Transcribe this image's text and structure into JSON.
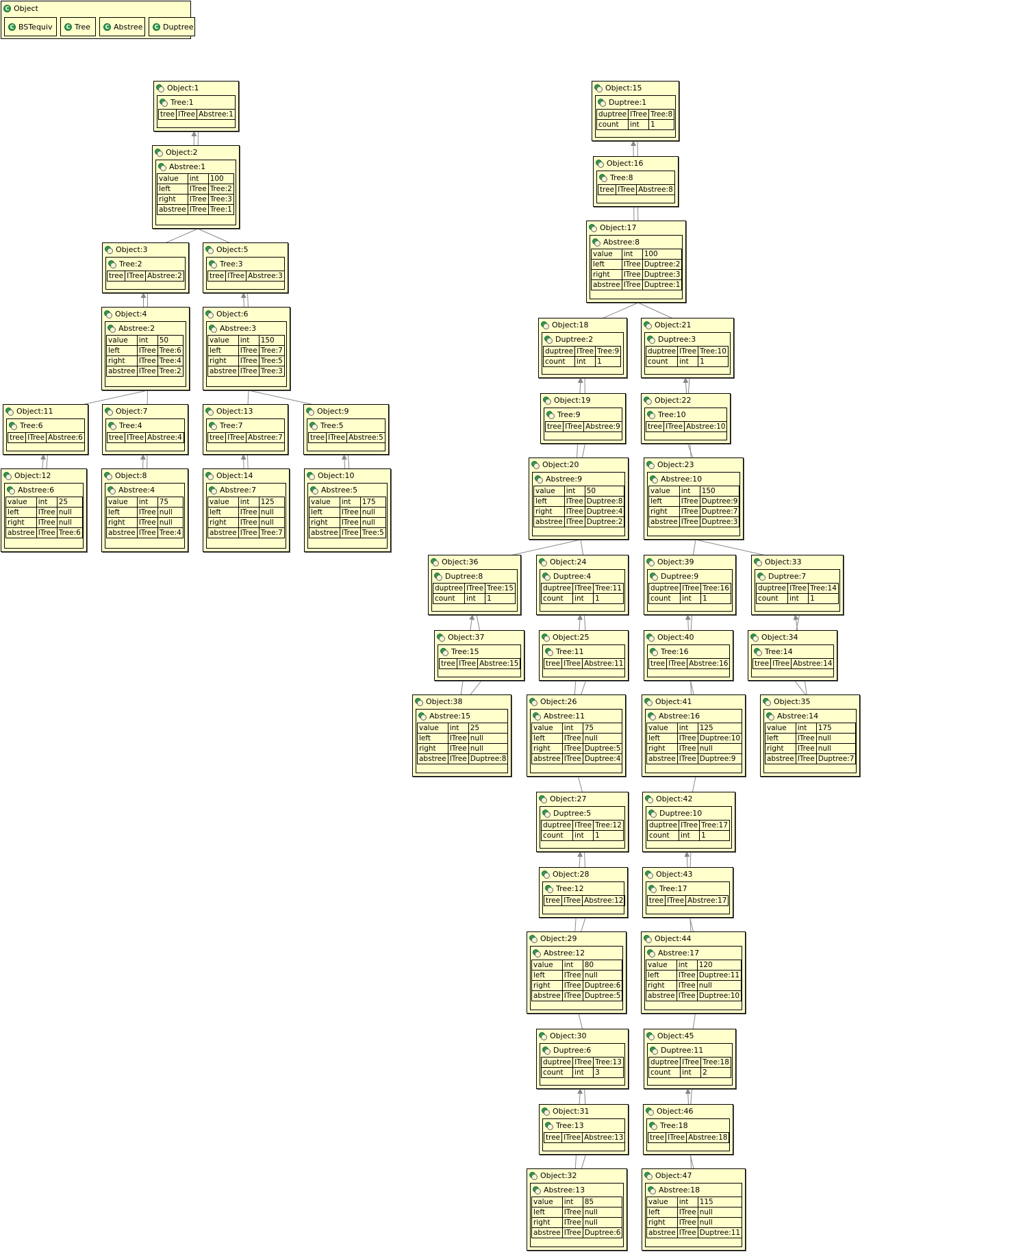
{
  "legend": {
    "title": "Object",
    "classes": [
      "BSTequiv",
      "Tree",
      "Abstree",
      "Duptree"
    ]
  },
  "objects": [
    {
      "id": "o1",
      "label": "Object:1",
      "inner": "Tree:1",
      "fields": [
        [
          "tree",
          "ITree",
          "Abstree:1"
        ]
      ]
    },
    {
      "id": "o2",
      "label": "Object:2",
      "inner": "Abstree:1",
      "fields": [
        [
          "value",
          "int",
          "100"
        ],
        [
          "left",
          "ITree",
          "Tree:2"
        ],
        [
          "right",
          "ITree",
          "Tree:3"
        ],
        [
          "abstree",
          "ITree",
          "Tree:1"
        ]
      ]
    },
    {
      "id": "o3",
      "label": "Object:3",
      "inner": "Tree:2",
      "fields": [
        [
          "tree",
          "ITree",
          "Abstree:2"
        ]
      ]
    },
    {
      "id": "o5",
      "label": "Object:5",
      "inner": "Tree:3",
      "fields": [
        [
          "tree",
          "ITree",
          "Abstree:3"
        ]
      ]
    },
    {
      "id": "o4",
      "label": "Object:4",
      "inner": "Abstree:2",
      "fields": [
        [
          "value",
          "int",
          "50"
        ],
        [
          "left",
          "ITree",
          "Tree:6"
        ],
        [
          "right",
          "ITree",
          "Tree:4"
        ],
        [
          "abstree",
          "ITree",
          "Tree:2"
        ]
      ]
    },
    {
      "id": "o6",
      "label": "Object:6",
      "inner": "Abstree:3",
      "fields": [
        [
          "value",
          "int",
          "150"
        ],
        [
          "left",
          "ITree",
          "Tree:7"
        ],
        [
          "right",
          "ITree",
          "Tree:5"
        ],
        [
          "abstree",
          "ITree",
          "Tree:3"
        ]
      ]
    },
    {
      "id": "o11",
      "label": "Object:11",
      "inner": "Tree:6",
      "fields": [
        [
          "tree",
          "ITree",
          "Abstree:6"
        ]
      ]
    },
    {
      "id": "o7",
      "label": "Object:7",
      "inner": "Tree:4",
      "fields": [
        [
          "tree",
          "ITree",
          "Abstree:4"
        ]
      ]
    },
    {
      "id": "o13",
      "label": "Object:13",
      "inner": "Tree:7",
      "fields": [
        [
          "tree",
          "ITree",
          "Abstree:7"
        ]
      ]
    },
    {
      "id": "o9",
      "label": "Object:9",
      "inner": "Tree:5",
      "fields": [
        [
          "tree",
          "ITree",
          "Abstree:5"
        ]
      ]
    },
    {
      "id": "o12",
      "label": "Object:12",
      "inner": "Abstree:6",
      "fields": [
        [
          "value",
          "int",
          "25"
        ],
        [
          "left",
          "ITree",
          "null"
        ],
        [
          "right",
          "ITree",
          "null"
        ],
        [
          "abstree",
          "ITree",
          "Tree:6"
        ]
      ]
    },
    {
      "id": "o8",
      "label": "Object:8",
      "inner": "Abstree:4",
      "fields": [
        [
          "value",
          "int",
          "75"
        ],
        [
          "left",
          "ITree",
          "null"
        ],
        [
          "right",
          "ITree",
          "null"
        ],
        [
          "abstree",
          "ITree",
          "Tree:4"
        ]
      ]
    },
    {
      "id": "o14",
      "label": "Object:14",
      "inner": "Abstree:7",
      "fields": [
        [
          "value",
          "int",
          "125"
        ],
        [
          "left",
          "ITree",
          "null"
        ],
        [
          "right",
          "ITree",
          "null"
        ],
        [
          "abstree",
          "ITree",
          "Tree:7"
        ]
      ]
    },
    {
      "id": "o10",
      "label": "Object:10",
      "inner": "Abstree:5",
      "fields": [
        [
          "value",
          "int",
          "175"
        ],
        [
          "left",
          "ITree",
          "null"
        ],
        [
          "right",
          "ITree",
          "null"
        ],
        [
          "abstree",
          "ITree",
          "Tree:5"
        ]
      ]
    },
    {
      "id": "o15",
      "label": "Object:15",
      "inner": "Duptree:1",
      "fields": [
        [
          "duptree",
          "ITree",
          "Tree:8"
        ],
        [
          "count",
          "int",
          "1"
        ]
      ]
    },
    {
      "id": "o16",
      "label": "Object:16",
      "inner": "Tree:8",
      "fields": [
        [
          "tree",
          "ITree",
          "Abstree:8"
        ]
      ]
    },
    {
      "id": "o17",
      "label": "Object:17",
      "inner": "Abstree:8",
      "fields": [
        [
          "value",
          "int",
          "100"
        ],
        [
          "left",
          "ITree",
          "Duptree:2"
        ],
        [
          "right",
          "ITree",
          "Duptree:3"
        ],
        [
          "abstree",
          "ITree",
          "Duptree:1"
        ]
      ]
    },
    {
      "id": "o18",
      "label": "Object:18",
      "inner": "Duptree:2",
      "fields": [
        [
          "duptree",
          "ITree",
          "Tree:9"
        ],
        [
          "count",
          "int",
          "1"
        ]
      ]
    },
    {
      "id": "o21",
      "label": "Object:21",
      "inner": "Duptree:3",
      "fields": [
        [
          "duptree",
          "ITree",
          "Tree:10"
        ],
        [
          "count",
          "int",
          "1"
        ]
      ]
    },
    {
      "id": "o19",
      "label": "Object:19",
      "inner": "Tree:9",
      "fields": [
        [
          "tree",
          "ITree",
          "Abstree:9"
        ]
      ]
    },
    {
      "id": "o22",
      "label": "Object:22",
      "inner": "Tree:10",
      "fields": [
        [
          "tree",
          "ITree",
          "Abstree:10"
        ]
      ]
    },
    {
      "id": "o20",
      "label": "Object:20",
      "inner": "Abstree:9",
      "fields": [
        [
          "value",
          "int",
          "50"
        ],
        [
          "left",
          "ITree",
          "Duptree:8"
        ],
        [
          "right",
          "ITree",
          "Duptree:4"
        ],
        [
          "abstree",
          "ITree",
          "Duptree:2"
        ]
      ]
    },
    {
      "id": "o23",
      "label": "Object:23",
      "inner": "Abstree:10",
      "fields": [
        [
          "value",
          "int",
          "150"
        ],
        [
          "left",
          "ITree",
          "Duptree:9"
        ],
        [
          "right",
          "ITree",
          "Duptree:7"
        ],
        [
          "abstree",
          "ITree",
          "Duptree:3"
        ]
      ]
    },
    {
      "id": "o36",
      "label": "Object:36",
      "inner": "Duptree:8",
      "fields": [
        [
          "duptree",
          "ITree",
          "Tree:15"
        ],
        [
          "count",
          "int",
          "1"
        ]
      ]
    },
    {
      "id": "o24",
      "label": "Object:24",
      "inner": "Duptree:4",
      "fields": [
        [
          "duptree",
          "ITree",
          "Tree:11"
        ],
        [
          "count",
          "int",
          "1"
        ]
      ]
    },
    {
      "id": "o39",
      "label": "Object:39",
      "inner": "Duptree:9",
      "fields": [
        [
          "duptree",
          "ITree",
          "Tree:16"
        ],
        [
          "count",
          "int",
          "1"
        ]
      ]
    },
    {
      "id": "o33",
      "label": "Object:33",
      "inner": "Duptree:7",
      "fields": [
        [
          "duptree",
          "ITree",
          "Tree:14"
        ],
        [
          "count",
          "int",
          "1"
        ]
      ]
    },
    {
      "id": "o37",
      "label": "Object:37",
      "inner": "Tree:15",
      "fields": [
        [
          "tree",
          "ITree",
          "Abstree:15"
        ]
      ]
    },
    {
      "id": "o25",
      "label": "Object:25",
      "inner": "Tree:11",
      "fields": [
        [
          "tree",
          "ITree",
          "Abstree:11"
        ]
      ]
    },
    {
      "id": "o40",
      "label": "Object:40",
      "inner": "Tree:16",
      "fields": [
        [
          "tree",
          "ITree",
          "Abstree:16"
        ]
      ]
    },
    {
      "id": "o34",
      "label": "Object:34",
      "inner": "Tree:14",
      "fields": [
        [
          "tree",
          "ITree",
          "Abstree:14"
        ]
      ]
    },
    {
      "id": "o38",
      "label": "Object:38",
      "inner": "Abstree:15",
      "fields": [
        [
          "value",
          "int",
          "25"
        ],
        [
          "left",
          "ITree",
          "null"
        ],
        [
          "right",
          "ITree",
          "null"
        ],
        [
          "abstree",
          "ITree",
          "Duptree:8"
        ]
      ]
    },
    {
      "id": "o26",
      "label": "Object:26",
      "inner": "Abstree:11",
      "fields": [
        [
          "value",
          "int",
          "75"
        ],
        [
          "left",
          "ITree",
          "null"
        ],
        [
          "right",
          "ITree",
          "Duptree:5"
        ],
        [
          "abstree",
          "ITree",
          "Duptree:4"
        ]
      ]
    },
    {
      "id": "o41",
      "label": "Object:41",
      "inner": "Abstree:16",
      "fields": [
        [
          "value",
          "int",
          "125"
        ],
        [
          "left",
          "ITree",
          "Duptree:10"
        ],
        [
          "right",
          "ITree",
          "null"
        ],
        [
          "abstree",
          "ITree",
          "Duptree:9"
        ]
      ]
    },
    {
      "id": "o35",
      "label": "Object:35",
      "inner": "Abstree:14",
      "fields": [
        [
          "value",
          "int",
          "175"
        ],
        [
          "left",
          "ITree",
          "null"
        ],
        [
          "right",
          "ITree",
          "null"
        ],
        [
          "abstree",
          "ITree",
          "Duptree:7"
        ]
      ]
    },
    {
      "id": "o27",
      "label": "Object:27",
      "inner": "Duptree:5",
      "fields": [
        [
          "duptree",
          "ITree",
          "Tree:12"
        ],
        [
          "count",
          "int",
          "1"
        ]
      ]
    },
    {
      "id": "o42",
      "label": "Object:42",
      "inner": "Duptree:10",
      "fields": [
        [
          "duptree",
          "ITree",
          "Tree:17"
        ],
        [
          "count",
          "int",
          "1"
        ]
      ]
    },
    {
      "id": "o28",
      "label": "Object:28",
      "inner": "Tree:12",
      "fields": [
        [
          "tree",
          "ITree",
          "Abstree:12"
        ]
      ]
    },
    {
      "id": "o43",
      "label": "Object:43",
      "inner": "Tree:17",
      "fields": [
        [
          "tree",
          "ITree",
          "Abstree:17"
        ]
      ]
    },
    {
      "id": "o29",
      "label": "Object:29",
      "inner": "Abstree:12",
      "fields": [
        [
          "value",
          "int",
          "80"
        ],
        [
          "left",
          "ITree",
          "null"
        ],
        [
          "right",
          "ITree",
          "Duptree:6"
        ],
        [
          "abstree",
          "ITree",
          "Duptree:5"
        ]
      ]
    },
    {
      "id": "o44",
      "label": "Object:44",
      "inner": "Abstree:17",
      "fields": [
        [
          "value",
          "int",
          "120"
        ],
        [
          "left",
          "ITree",
          "Duptree:11"
        ],
        [
          "right",
          "ITree",
          "null"
        ],
        [
          "abstree",
          "ITree",
          "Duptree:10"
        ]
      ]
    },
    {
      "id": "o30",
      "label": "Object:30",
      "inner": "Duptree:6",
      "fields": [
        [
          "duptree",
          "ITree",
          "Tree:13"
        ],
        [
          "count",
          "int",
          "3"
        ]
      ]
    },
    {
      "id": "o45",
      "label": "Object:45",
      "inner": "Duptree:11",
      "fields": [
        [
          "duptree",
          "ITree",
          "Tree:18"
        ],
        [
          "count",
          "int",
          "2"
        ]
      ]
    },
    {
      "id": "o31",
      "label": "Object:31",
      "inner": "Tree:13",
      "fields": [
        [
          "tree",
          "ITree",
          "Abstree:13"
        ]
      ]
    },
    {
      "id": "o46",
      "label": "Object:46",
      "inner": "Tree:18",
      "fields": [
        [
          "tree",
          "ITree",
          "Abstree:18"
        ]
      ]
    },
    {
      "id": "o32",
      "label": "Object:32",
      "inner": "Abstree:13",
      "fields": [
        [
          "value",
          "int",
          "85"
        ],
        [
          "left",
          "ITree",
          "null"
        ],
        [
          "right",
          "ITree",
          "null"
        ],
        [
          "abstree",
          "ITree",
          "Duptree:6"
        ]
      ]
    },
    {
      "id": "o47",
      "label": "Object:47",
      "inner": "Abstree:18",
      "fields": [
        [
          "value",
          "int",
          "115"
        ],
        [
          "left",
          "ITree",
          "null"
        ],
        [
          "right",
          "ITree",
          "null"
        ],
        [
          "abstree",
          "ITree",
          "Duptree:11"
        ]
      ]
    }
  ],
  "edges": [
    [
      "o1",
      "o2"
    ],
    [
      "o2",
      "o1"
    ],
    [
      "o2",
      "o3"
    ],
    [
      "o2",
      "o5"
    ],
    [
      "o3",
      "o4"
    ],
    [
      "o4",
      "o3"
    ],
    [
      "o5",
      "o6"
    ],
    [
      "o6",
      "o5"
    ],
    [
      "o4",
      "o11"
    ],
    [
      "o4",
      "o7"
    ],
    [
      "o6",
      "o13"
    ],
    [
      "o6",
      "o9"
    ],
    [
      "o11",
      "o12"
    ],
    [
      "o12",
      "o11"
    ],
    [
      "o7",
      "o8"
    ],
    [
      "o8",
      "o7"
    ],
    [
      "o13",
      "o14"
    ],
    [
      "o14",
      "o13"
    ],
    [
      "o9",
      "o10"
    ],
    [
      "o10",
      "o9"
    ],
    [
      "o15",
      "o16"
    ],
    [
      "o16",
      "o17"
    ],
    [
      "o17",
      "o15"
    ],
    [
      "o17",
      "o18"
    ],
    [
      "o17",
      "o21"
    ],
    [
      "o18",
      "o19"
    ],
    [
      "o19",
      "o20"
    ],
    [
      "o20",
      "o18"
    ],
    [
      "o21",
      "o22"
    ],
    [
      "o22",
      "o23"
    ],
    [
      "o23",
      "o21"
    ],
    [
      "o20",
      "o36"
    ],
    [
      "o20",
      "o24"
    ],
    [
      "o23",
      "o39"
    ],
    [
      "o23",
      "o33"
    ],
    [
      "o36",
      "o37"
    ],
    [
      "o37",
      "o38"
    ],
    [
      "o38",
      "o36"
    ],
    [
      "o24",
      "o25"
    ],
    [
      "o25",
      "o26"
    ],
    [
      "o26",
      "o24"
    ],
    [
      "o39",
      "o40"
    ],
    [
      "o40",
      "o41"
    ],
    [
      "o41",
      "o39"
    ],
    [
      "o33",
      "o34"
    ],
    [
      "o34",
      "o35"
    ],
    [
      "o35",
      "o33"
    ],
    [
      "o26",
      "o27"
    ],
    [
      "o41",
      "o42"
    ],
    [
      "o27",
      "o28"
    ],
    [
      "o28",
      "o29"
    ],
    [
      "o29",
      "o27"
    ],
    [
      "o42",
      "o43"
    ],
    [
      "o43",
      "o44"
    ],
    [
      "o44",
      "o42"
    ],
    [
      "o29",
      "o30"
    ],
    [
      "o44",
      "o45"
    ],
    [
      "o30",
      "o31"
    ],
    [
      "o31",
      "o32"
    ],
    [
      "o32",
      "o30"
    ],
    [
      "o45",
      "o46"
    ],
    [
      "o46",
      "o47"
    ],
    [
      "o47",
      "o45"
    ]
  ]
}
